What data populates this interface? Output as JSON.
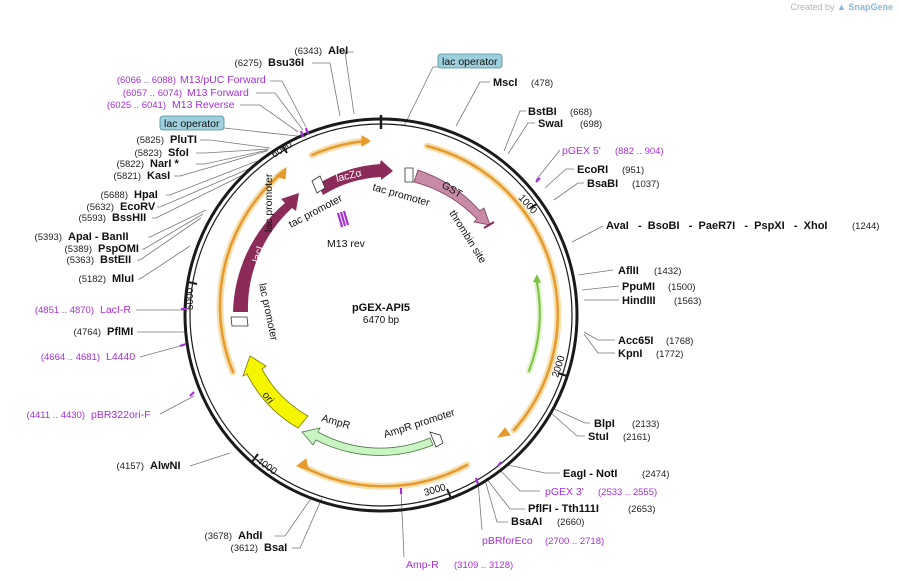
{
  "watermark": {
    "prefix": "Created by",
    "brand": "SnapGene"
  },
  "map": {
    "name": "pGEX-API5",
    "size_label": "6470 bp",
    "length": 6470,
    "ticks": [
      "1000",
      "2000",
      "3000",
      "4000",
      "5000",
      "6000"
    ]
  },
  "sites": [
    {
      "name": "AleI",
      "pos": "(6343)",
      "bp": 6343
    },
    {
      "name": "Bsu36I",
      "pos": "(6275)",
      "bp": 6275
    },
    {
      "name": "M13/pUC Forward",
      "pos": "(6066 .. 6088)",
      "bp": 6077,
      "primer": true
    },
    {
      "name": "M13 Forward",
      "pos": "(6057 .. 6074)",
      "bp": 6065,
      "primer": true
    },
    {
      "name": "M13 Reverse",
      "pos": "(6025 .. 6041)",
      "bp": 6033,
      "primer": true
    },
    {
      "name": "PluTI",
      "pos": "(5825)",
      "bp": 5825
    },
    {
      "name": "SfoI",
      "pos": "(5823)",
      "bp": 5823
    },
    {
      "name": "NarI *",
      "pos": "(5822)",
      "bp": 5822
    },
    {
      "name": "KasI",
      "pos": "(5821)",
      "bp": 5821
    },
    {
      "name": "HpaI",
      "pos": "(5688)",
      "bp": 5688
    },
    {
      "name": "EcoRV",
      "pos": "(5632)",
      "bp": 5632
    },
    {
      "name": "BssHII",
      "pos": "(5593)",
      "bp": 5593
    },
    {
      "name": "ApaI - BanII",
      "pos": "(5393)",
      "bp": 5393
    },
    {
      "name": "PspOMI",
      "pos": "(5389)",
      "bp": 5389
    },
    {
      "name": "BstEII",
      "pos": "(5363)",
      "bp": 5363
    },
    {
      "name": "MluI",
      "pos": "(5182)",
      "bp": 5182
    },
    {
      "name": "LacI-R",
      "pos": "(4851 .. 4870)",
      "bp": 4860,
      "primer": true
    },
    {
      "name": "PflMI",
      "pos": "(4764)",
      "bp": 4764
    },
    {
      "name": "L4440",
      "pos": "(4664 .. 4681)",
      "bp": 4672,
      "primer": true
    },
    {
      "name": "pBR322ori-F",
      "pos": "(4411 .. 4430)",
      "bp": 4420,
      "primer": true
    },
    {
      "name": "AlwNI",
      "pos": "(4157)",
      "bp": 4157
    },
    {
      "name": "AhdI",
      "pos": "(3678)",
      "bp": 3678
    },
    {
      "name": "BsaI",
      "pos": "(3612)",
      "bp": 3612
    },
    {
      "name": "Amp-R",
      "pos": "(3109 .. 3128)",
      "bp": 3118,
      "primer": true
    },
    {
      "name": "pBRforEco",
      "pos": "(2700 .. 2718)",
      "bp": 2709,
      "primer": true
    },
    {
      "name": "BsaAI",
      "pos": "(2660)",
      "bp": 2660
    },
    {
      "name": "PflFI - Tth111I",
      "pos": "(2653)",
      "bp": 2653
    },
    {
      "name": "pGEX 3'",
      "pos": "(2533 .. 2555)",
      "bp": 2544,
      "primer": true
    },
    {
      "name": "EagI - NotI",
      "pos": "(2474)",
      "bp": 2474
    },
    {
      "name": "StuI",
      "pos": "(2161)",
      "bp": 2161
    },
    {
      "name": "BlpI",
      "pos": "(2133)",
      "bp": 2133
    },
    {
      "name": "KpnI",
      "pos": "(1772)",
      "bp": 1772
    },
    {
      "name": "Acc65I",
      "pos": "(1768)",
      "bp": 1768
    },
    {
      "name": "HindIII",
      "pos": "(1563)",
      "bp": 1563
    },
    {
      "name": "PpuMI",
      "pos": "(1500)",
      "bp": 1500
    },
    {
      "name": "AflII",
      "pos": "(1432)",
      "bp": 1432
    },
    {
      "name": "AvaI - BsoBI - PaeR7I - PspXI - XhoI",
      "pos": "(1244)",
      "bp": 1244
    },
    {
      "name": "BsaBI",
      "pos": "(1037)",
      "bp": 1037
    },
    {
      "name": "EcoRI",
      "pos": "(951)",
      "bp": 951
    },
    {
      "name": "pGEX 5'",
      "pos": "(882 .. 904)",
      "bp": 893,
      "primer": true
    },
    {
      "name": "SwaI",
      "pos": "(698)",
      "bp": 698
    },
    {
      "name": "BstBI",
      "pos": "(668)",
      "bp": 668
    },
    {
      "name": "MscI",
      "pos": "(478)",
      "bp": 478
    }
  ],
  "features": {
    "lac_operator_top": "lac operator",
    "lac_operator_left": "lac operator",
    "lacZa": "lacZα",
    "tac_promoter_1": "tac promoter",
    "tac_promoter_2": "tac promoter",
    "gst": "GST",
    "thrombin_site": "thrombin site",
    "lac_promoter_1": "lac promoter",
    "lac_promoter_2": "lac promoter",
    "laci": "lacI",
    "m13_rev": "M13 rev",
    "ori": "ori",
    "ampr": "AmpR",
    "ampr_promoter": "AmpR promoter"
  },
  "colors": {
    "backbone": "#1a1a1a",
    "orf_arrow": "#e69a2e",
    "orf_glow": "#f6dfae",
    "primer": "#a52fd9",
    "lacZa": "#8c2a5a",
    "laci": "#8c2a5a",
    "gst": "#c78aa7",
    "ori": "#f5f500",
    "ampr": "#c9f5c2",
    "lac_operator_box": "#9dd0dc",
    "green_orf": "#7bc142"
  }
}
